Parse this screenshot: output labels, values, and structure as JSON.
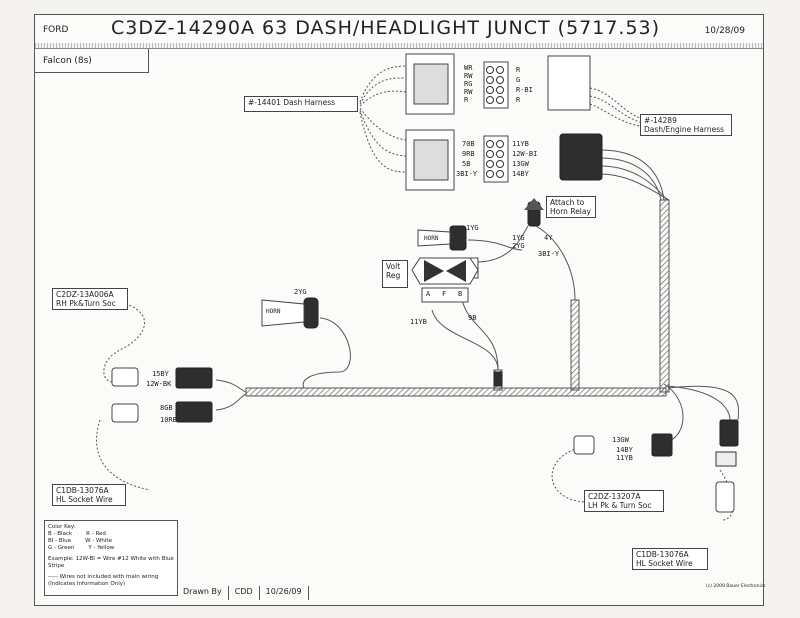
{
  "header": {
    "make": "FORD",
    "title": "C3DZ-14290A  63 DASH/HEADLIGHT JUNCT (5717.53)",
    "date": "10/28/09"
  },
  "model": "Falcon (8s)",
  "callouts": {
    "dash_harness": "#-14401 Dash Harness",
    "dash_engine": [
      "#-14289",
      "Dash/Engine Harness"
    ],
    "rh_turn": [
      "C2DZ-13A006A",
      "RH Pk&Turn Soc"
    ],
    "hl_socket_left": [
      "C1DB-13076A",
      "HL Socket Wire"
    ],
    "lh_turn": [
      "C2DZ-13207A",
      "LH Pk & Turn Soc"
    ],
    "hl_socket_right": [
      "C1DB-13076A",
      "HL Socket Wire"
    ],
    "horn_relay": [
      "Attach to",
      "Horn Relay"
    ],
    "volt_reg": [
      "Volt",
      "Reg"
    ],
    "horn_left": "HORN",
    "horn_right": "HORN"
  },
  "wire_labels": {
    "upper_plug": [
      "WR",
      "RW",
      "RG",
      "RW",
      "R"
    ],
    "upper_plug_right": [
      "R",
      "G",
      "",
      "R-BI",
      "R"
    ],
    "lower_plug": [
      "70B",
      "9RB",
      "5B",
      "3BI-Y"
    ],
    "lower_plug_right": [
      "11YB",
      "12W-BI",
      "13GW",
      "14BY"
    ],
    "rh_turn": [
      "15BY",
      "12W-BK"
    ],
    "hl_left": [
      "8GB",
      "10RB"
    ],
    "lh_turn": [
      "13GW",
      "14BY",
      "11YB"
    ],
    "horn_left": "2YG",
    "horn_right": "1YG",
    "relay_side": [
      "1YG",
      "2YG",
      "4Y",
      "3BI-Y"
    ],
    "reg_terms": [
      "A",
      "F",
      "B"
    ],
    "reg_wires": [
      "11YB",
      "9B"
    ]
  },
  "legend": {
    "title": "Color Key:",
    "codes": [
      [
        "B - Black",
        "R - Red"
      ],
      [
        "BI - Blue",
        "W - White"
      ],
      [
        "G - Green",
        "Y - Yellow"
      ]
    ],
    "example": "Example: 12W-BI = Wire #12 White with Blue Stripe",
    "note": "----- Wires not included with main wiring (Indicates Information Only)"
  },
  "footer": {
    "drawn_label": "Drawn By",
    "drawn_by": "CDD",
    "drawn_date": "10/26/09",
    "copyright": "(c) 2009 Bauer Electronics"
  }
}
